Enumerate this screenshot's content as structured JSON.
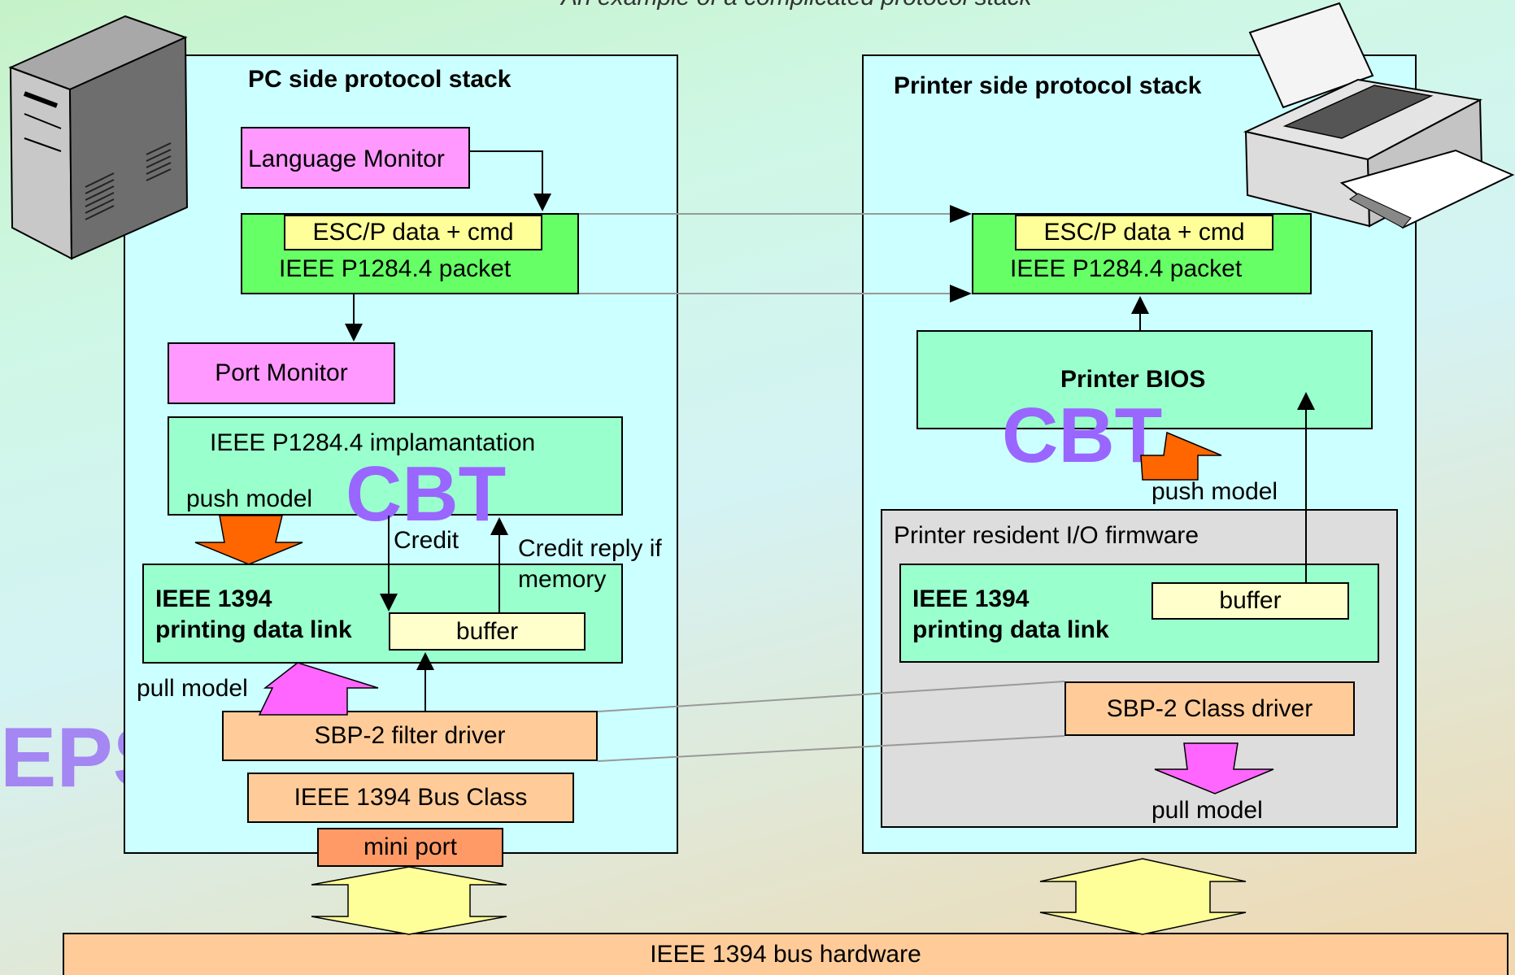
{
  "top_caption": "An example of a complicated protocol stack",
  "pc_stack": {
    "title": "PC side protocol stack",
    "language_monitor": "Language Monitor",
    "escp_data": "ESC/P data + cmd",
    "p1284_packet": "IEEE P1284.4 packet",
    "port_monitor": "Port Monitor",
    "p1284_impl": "IEEE P1284.4 implamantation",
    "push_model": "push model",
    "cbt": "CBT",
    "credit": "Credit",
    "credit_reply": "Credit reply if\nmemory",
    "data_link": "IEEE 1394\nprinting data link",
    "buffer": "buffer",
    "pull_model": "pull model",
    "sbp2_filter": "SBP-2 filter driver",
    "bus_class": "IEEE 1394 Bus Class",
    "mini_port": "mini port"
  },
  "printer_stack": {
    "title": "Printer side protocol stack",
    "escp_data": "ESC/P data + cmd",
    "p1284_packet": "IEEE P1284.4 packet",
    "printer_bios": "Printer BIOS",
    "cbt": "CBT",
    "push_model": "push model",
    "io_firmware": "Printer resident I/O firmware",
    "data_link": "IEEE 1394\nprinting data link",
    "buffer": "buffer",
    "sbp2_class": "SBP-2 Class driver",
    "pull_model": "pull model"
  },
  "bus_hardware": "IEEE 1394 bus hardware",
  "watermark": "EPSON",
  "colors": {
    "panel_fill": "#ccffff",
    "pink": "#ff99ff",
    "green": "#66ff66",
    "mint": "#99ffcc",
    "yellow_light": "#ffffcc",
    "yellow": "#ffff99",
    "orange_light": "#ffcc99",
    "orange": "#ff9966",
    "gray_panel": "#dddddd",
    "cbt_purple": "#9966ff",
    "arrow_orange": "#ff6600",
    "arrow_pink": "#ff66ff",
    "arrow_yellow": "#ffff99"
  }
}
